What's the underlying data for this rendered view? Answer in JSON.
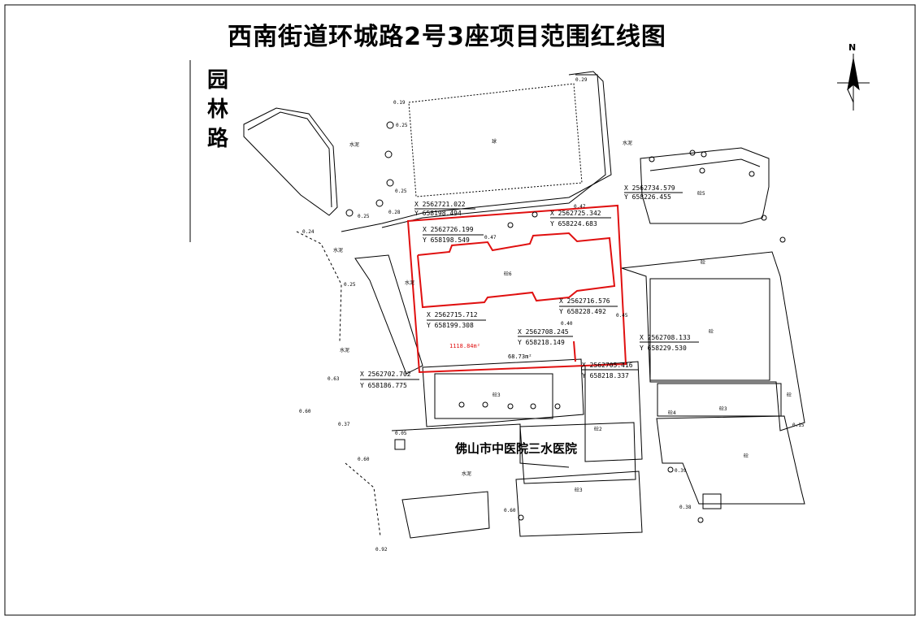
{
  "title": "西南街道环城路2号3座项目范围红线图",
  "road_label": [
    "园",
    "林",
    "路"
  ],
  "hospital_label": "佛山市中医院三水医院",
  "north_label": "N",
  "colors": {
    "boundary": "#e01010",
    "linework": "#000000",
    "background": "#ffffff"
  },
  "coordinates": [
    {
      "x": "X 2562721.022",
      "y": "Y 658198.494"
    },
    {
      "x": "X 2562734.579",
      "y": "Y 658226.455"
    },
    {
      "x": "X 2562726.199",
      "y": "Y 658198.549"
    },
    {
      "x": "X 2562725.342",
      "y": "Y 658224.683"
    },
    {
      "x": "X 2562716.576",
      "y": "Y 658228.492"
    },
    {
      "x": "X 2562715.712",
      "y": "Y 658199.308"
    },
    {
      "x": "X 2562708.245",
      "y": "Y 658218.149"
    },
    {
      "x": "X 2562708.133",
      "y": "Y 658229.530"
    },
    {
      "x": "X 2562705.416",
      "y": "Y 658218.337"
    },
    {
      "x": "X 2562702.702",
      "y": "Y 658186.775"
    }
  ],
  "area_labels": [
    "1118.84m²",
    "68.73m²"
  ],
  "elevations": [
    "0.25",
    "0.19",
    "0.25",
    "0.28",
    "0.25",
    "0.29",
    "0.24",
    "0.25",
    "0.47",
    "0.47",
    "0.45",
    "0.40",
    "0.63",
    "0.60",
    "0.37",
    "0.60",
    "0.60",
    "0.92",
    "0.15",
    "0.39",
    "0.38",
    "0.05"
  ],
  "small_labels": [
    "水泥",
    "水泥",
    "水泥",
    "水泥",
    "水泥",
    "水泥",
    "球",
    "砼5",
    "砼6",
    "砼3",
    "砼3",
    "砼2",
    "砼",
    "砼",
    "砼",
    "砼4",
    "砼3",
    "砼"
  ]
}
